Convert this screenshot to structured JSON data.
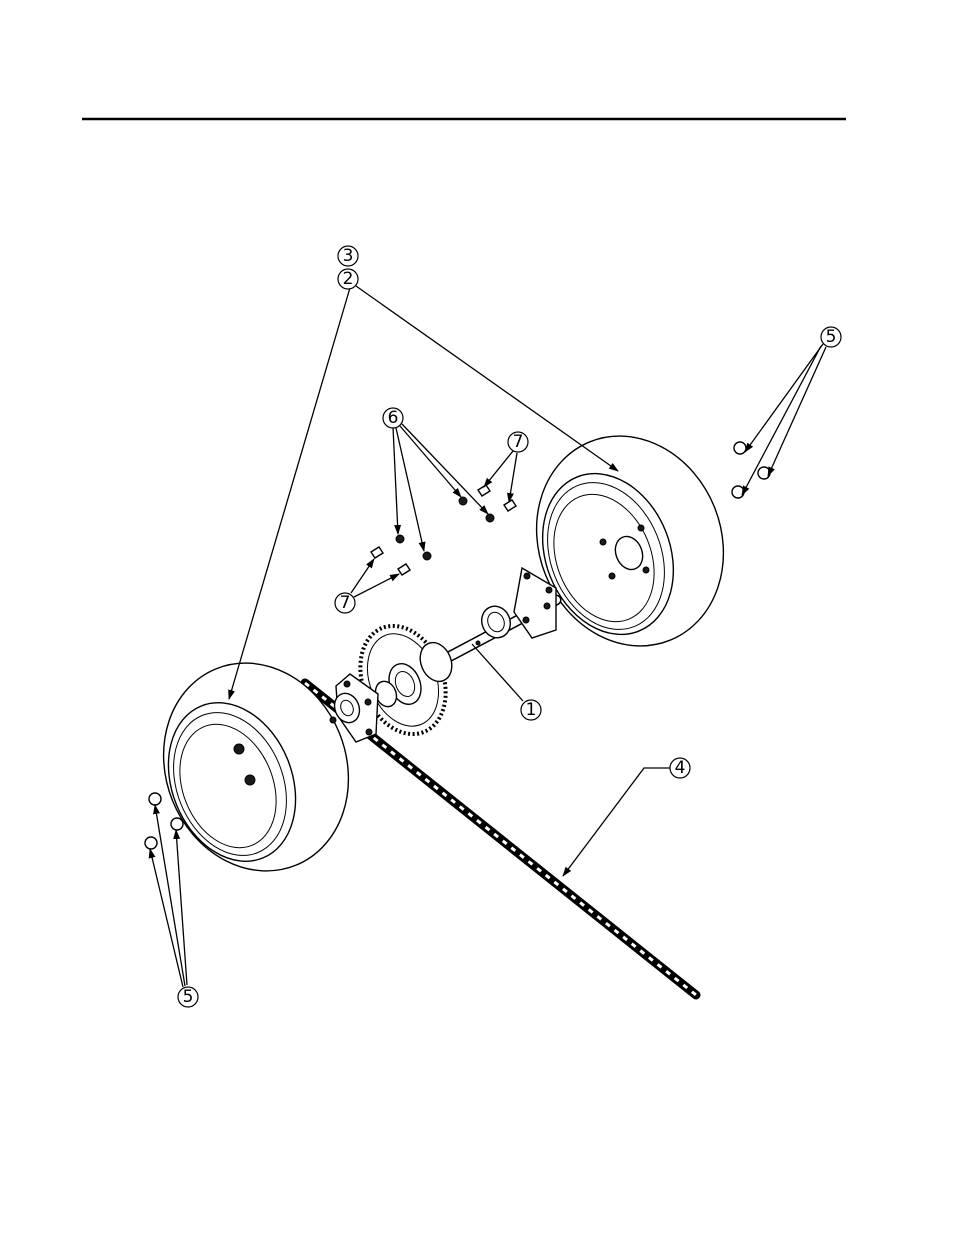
{
  "balloons": {
    "b1": "1",
    "b2": "2",
    "b3": "3",
    "b4": "4",
    "b5_top_right": "5",
    "b5_bottom_left": "5",
    "b6": "6",
    "b7_top": "7",
    "b7_left": "7"
  }
}
